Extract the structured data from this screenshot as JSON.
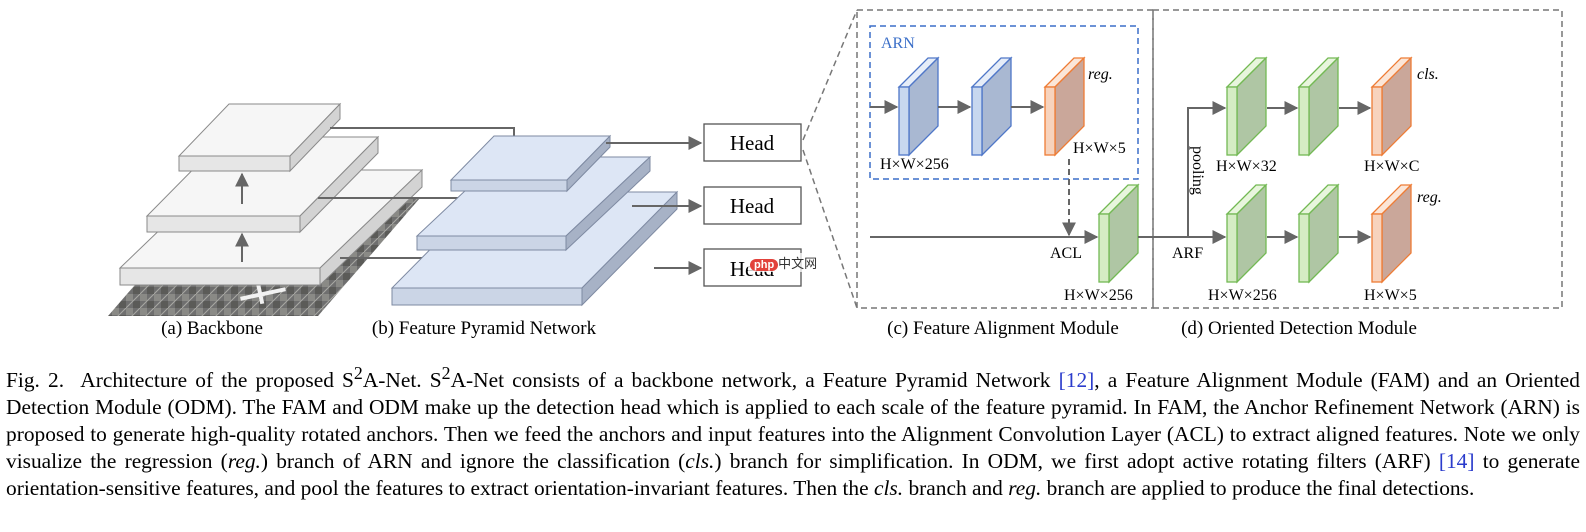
{
  "figure": {
    "panels": {
      "backbone": "(a) Backbone",
      "fpn": "(b) Feature Pyramid Network",
      "fam": "(c) Feature Alignment Module",
      "odm": "(d) Oriented Detection Module"
    },
    "heads": [
      "Head",
      "Head",
      "Head"
    ],
    "fam": {
      "arn_label": "ARN",
      "reg_label": "reg.",
      "dim_arn": "H×W×256",
      "dim_reg": "H×W×5",
      "acl_label": "ACL",
      "dim_acl": "H×W×256"
    },
    "odm": {
      "pooling_label": "pooling",
      "arf_label": "ARF",
      "cls_label": "cls.",
      "reg_label": "reg.",
      "dim_pool": "H×W×32",
      "dim_cls": "H×W×C",
      "dim_arf": "H×W×256",
      "dim_reg": "H×W×5"
    },
    "watermark": {
      "badge": "php",
      "text": "中文网"
    },
    "colors": {
      "blue_front": "#c7d7ef",
      "blue_side": "#a9b8d2",
      "blue_edge": "#4f77c8",
      "orange_front": "#f7d3bd",
      "orange_side": "#caa79a",
      "orange_edge": "#ee7c35",
      "green_front": "#d5ecc4",
      "green_side": "#afc6a4",
      "green_edge": "#73b954",
      "fpn_fill": "#dde6f5",
      "arn_box": "#3b6fc8",
      "ref_link": "#2b3ccc"
    }
  },
  "caption": {
    "fig_label": "Fig. 2.",
    "t1": "Architecture of the proposed S",
    "sup": "2",
    "t2": "A-Net. S",
    "t3": "A-Net consists of a backbone network, a Feature Pyramid Network ",
    "ref1": "[12]",
    "t4": ", a Feature Alignment Module (FAM) and an Oriented Detection Module (ODM). The FAM and ODM make up the detection head which is applied to each scale of the feature pyramid. In FAM, the Anchor Refinement Network (ARN) is proposed to generate high-quality rotated anchors. Then we feed the anchors and input features into the Alignment Convolution Layer (ACL) to extract aligned features. Note we only visualize the regression (",
    "reg_it": "reg.",
    "t5": ") branch of ARN and ignore the classification (",
    "cls_it": "cls.",
    "t6": ") branch for simplification. In ODM, we first adopt active rotating filters (ARF) ",
    "ref2": "[14]",
    "t7": " to generate orientation-sensitive features, and pool the features to extract orientation-invariant features. Then the ",
    "cls_it2": "cls.",
    "t8": " branch and ",
    "reg_it2": "reg.",
    "t9": " branch are applied to produce the final detections."
  }
}
